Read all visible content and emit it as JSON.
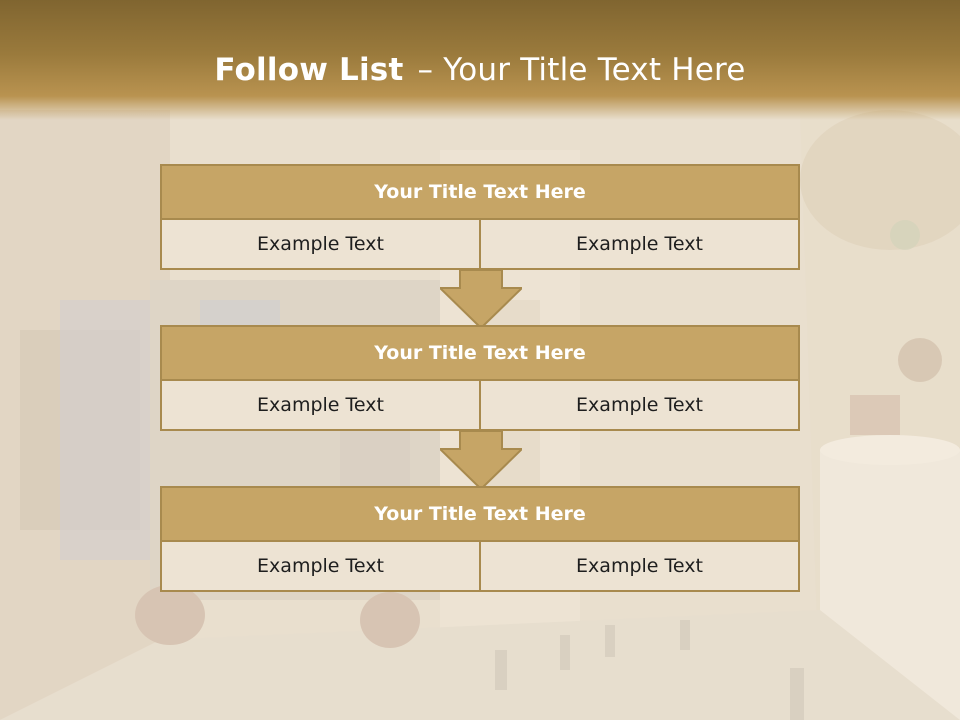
{
  "header": {
    "title_bold": "Follow List",
    "title_dash": "–",
    "title_rest": "Your Title Text Here",
    "color": "#806530"
  },
  "blocks": [
    {
      "title": "Your Title Text Here",
      "left": "Example Text",
      "right": "Example Text"
    },
    {
      "title": "Your Title Text Here",
      "left": "Example Text",
      "right": "Example Text"
    },
    {
      "title": "Your Title Text Here",
      "left": "Example Text",
      "right": "Example Text"
    }
  ],
  "colors": {
    "accent": "#c6a566",
    "border": "#a88a4e",
    "cell": "#ede3d3"
  }
}
